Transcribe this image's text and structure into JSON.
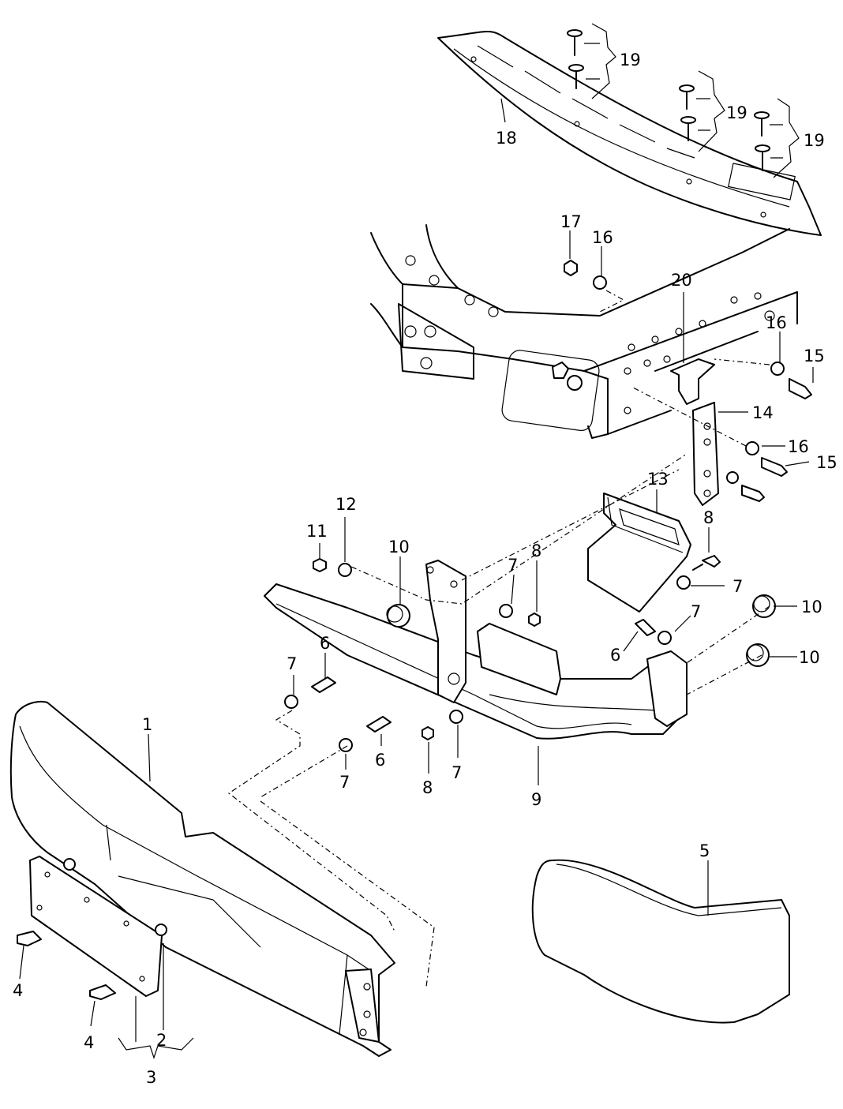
{
  "callouts": [
    {
      "id": "c1",
      "label": "1"
    },
    {
      "id": "c2",
      "label": "2"
    },
    {
      "id": "c3",
      "label": "3"
    },
    {
      "id": "c4a",
      "label": "4"
    },
    {
      "id": "c4b",
      "label": "4"
    },
    {
      "id": "c5",
      "label": "5"
    },
    {
      "id": "c6a",
      "label": "6"
    },
    {
      "id": "c6b",
      "label": "6"
    },
    {
      "id": "c6c",
      "label": "6"
    },
    {
      "id": "c7a",
      "label": "7"
    },
    {
      "id": "c7b",
      "label": "7"
    },
    {
      "id": "c7c",
      "label": "7"
    },
    {
      "id": "c7d",
      "label": "7"
    },
    {
      "id": "c7e",
      "label": "7"
    },
    {
      "id": "c7f",
      "label": "7"
    },
    {
      "id": "c8a",
      "label": "8"
    },
    {
      "id": "c8b",
      "label": "8"
    },
    {
      "id": "c8c",
      "label": "8"
    },
    {
      "id": "c9",
      "label": "9"
    },
    {
      "id": "c10a",
      "label": "10"
    },
    {
      "id": "c10b",
      "label": "10"
    },
    {
      "id": "c10c",
      "label": "10"
    },
    {
      "id": "c11",
      "label": "11"
    },
    {
      "id": "c12",
      "label": "12"
    },
    {
      "id": "c13",
      "label": "13"
    },
    {
      "id": "c14",
      "label": "14"
    },
    {
      "id": "c15a",
      "label": "15"
    },
    {
      "id": "c15b",
      "label": "15"
    },
    {
      "id": "c16a",
      "label": "16"
    },
    {
      "id": "c16b",
      "label": "16"
    },
    {
      "id": "c16c",
      "label": "16"
    },
    {
      "id": "c17",
      "label": "17"
    },
    {
      "id": "c18",
      "label": "18"
    },
    {
      "id": "c19a",
      "label": "19"
    },
    {
      "id": "c19b",
      "label": "19"
    },
    {
      "id": "c19c",
      "label": "19"
    },
    {
      "id": "c20",
      "label": "20"
    }
  ]
}
